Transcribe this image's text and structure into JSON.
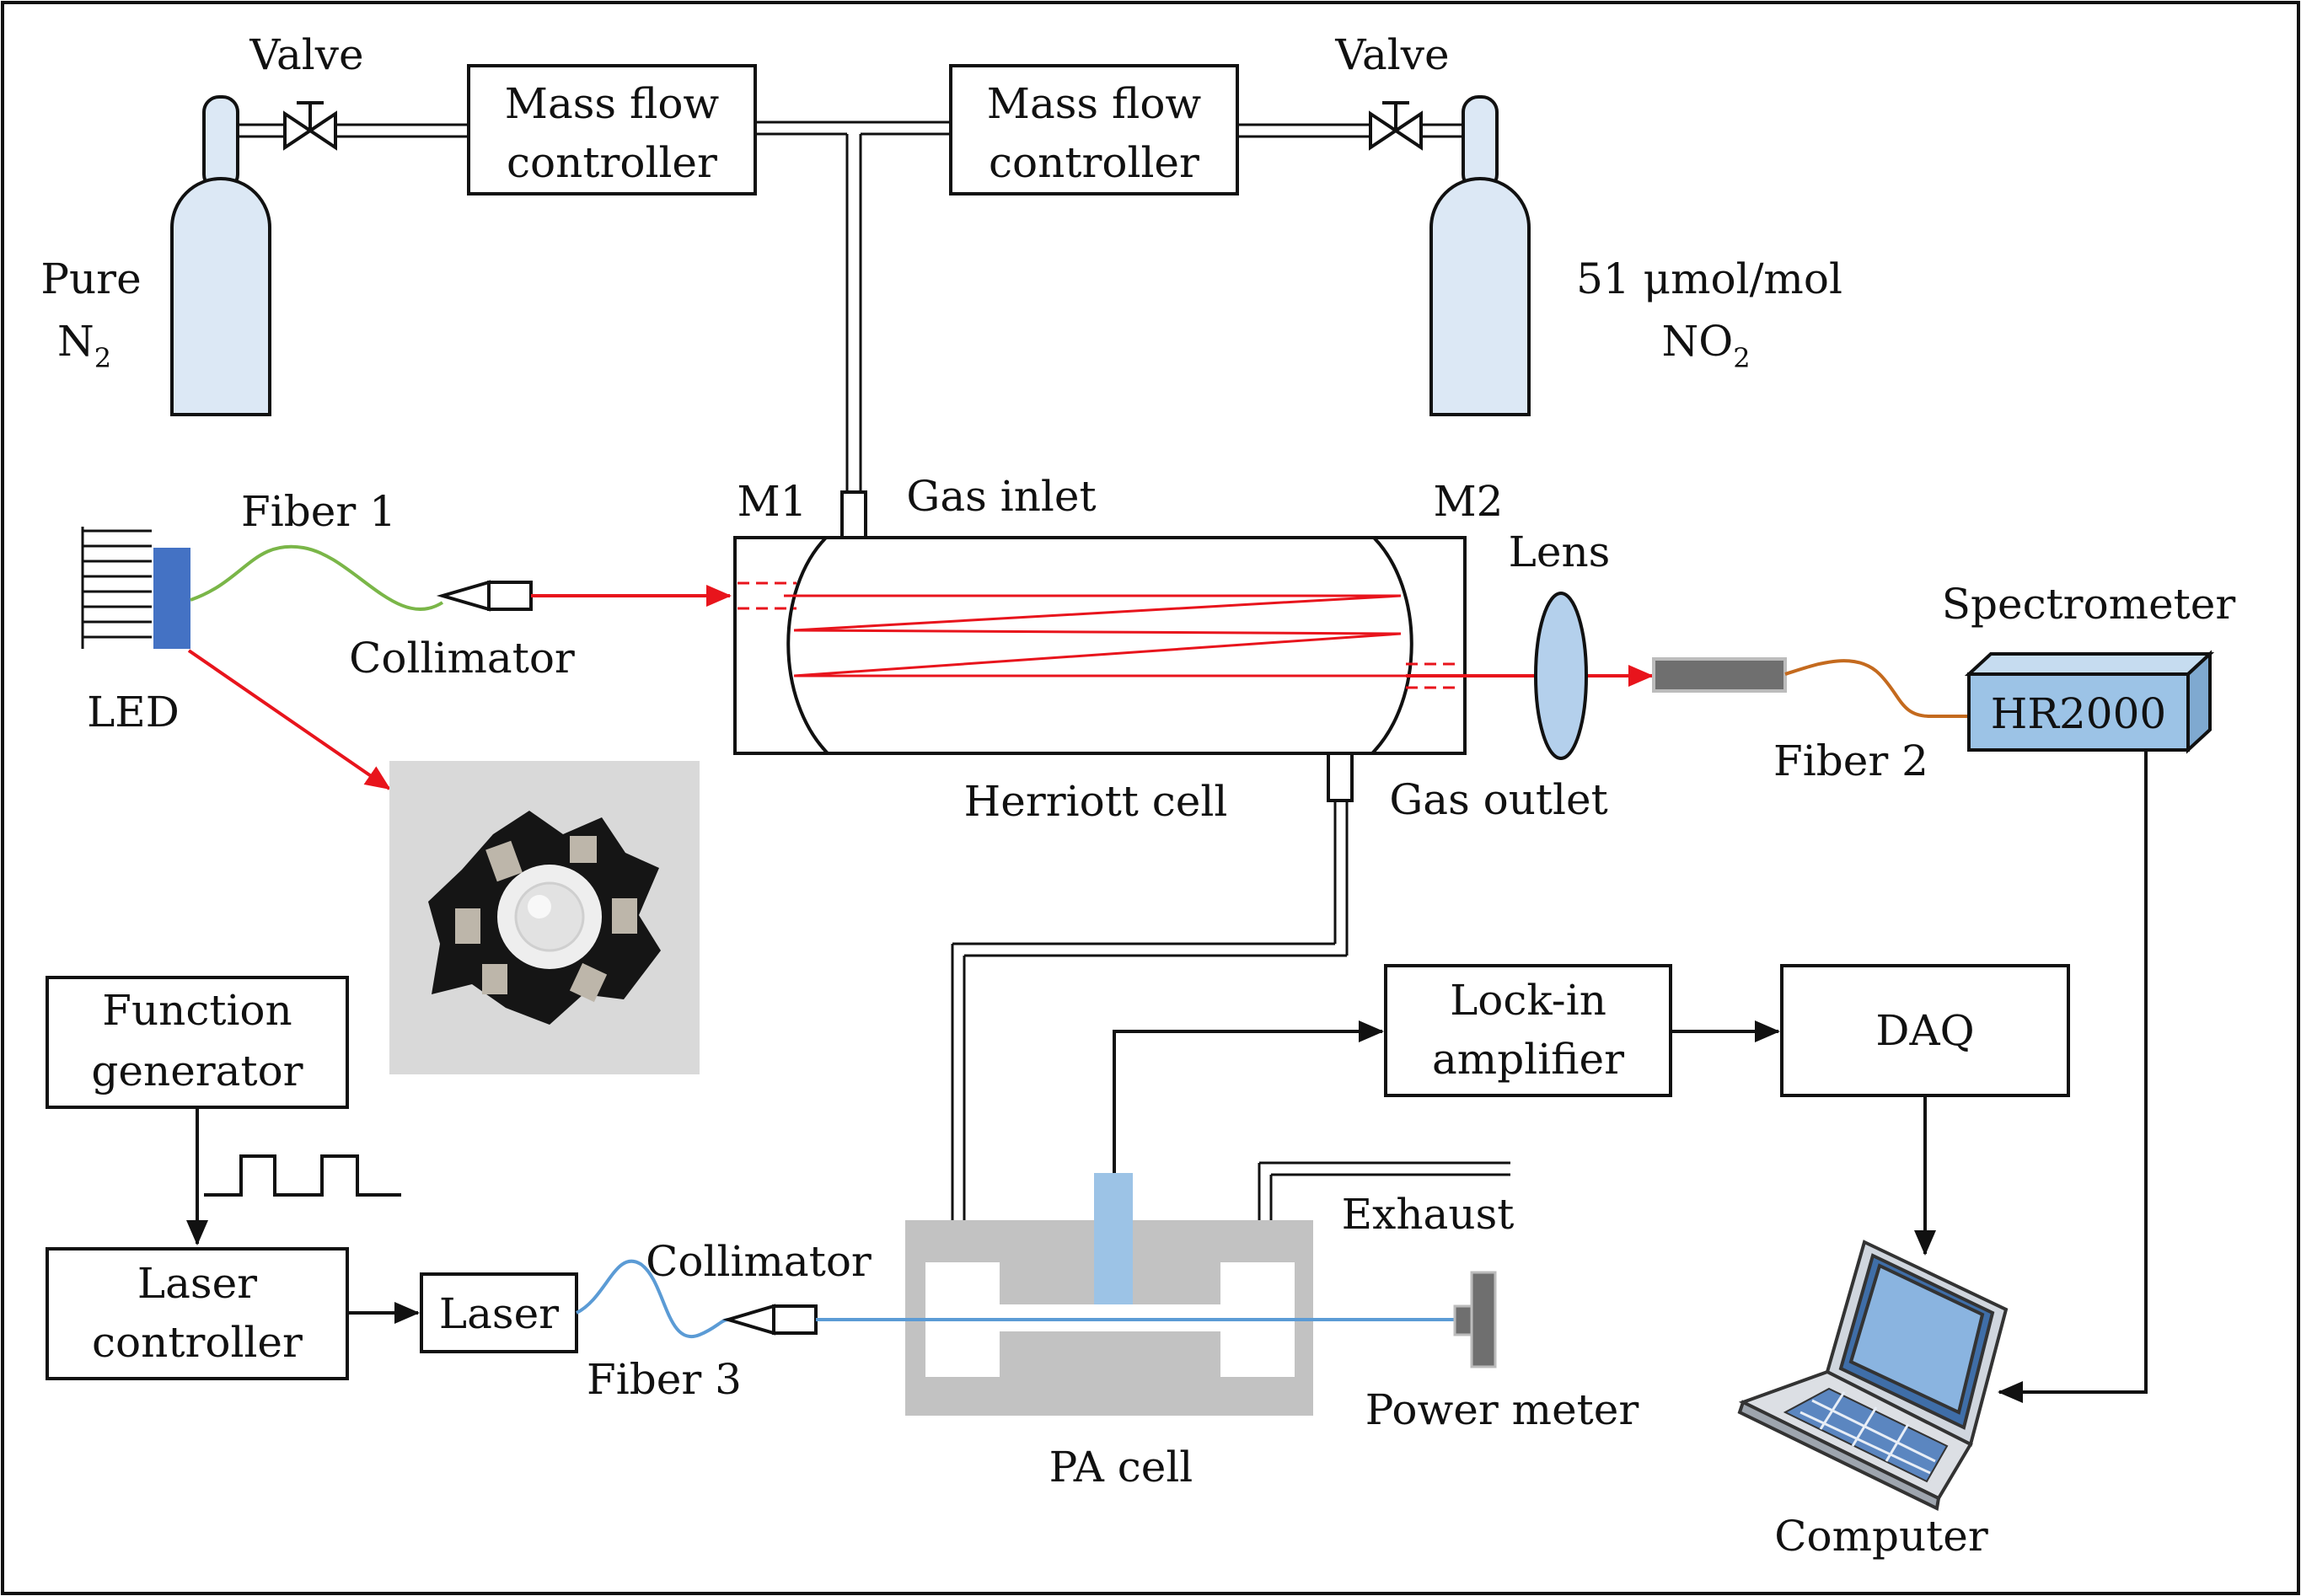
{
  "labels": {
    "valve_left": "Valve",
    "valve_right": "Valve",
    "mfc_left_line1": "Mass flow",
    "mfc_left_line2": "controller",
    "mfc_right_line1": "Mass flow",
    "mfc_right_line2": "controller",
    "pure_n2_line1": "Pure",
    "pure_n2_line2_main": "N",
    "pure_n2_line2_sub": "2",
    "no2_line1": "51 μmol/mol",
    "no2_line2_main": "NO",
    "no2_line2_sub": "2",
    "fiber1": "Fiber 1",
    "led": "LED",
    "collimator_top": "Collimator",
    "m1": "M1",
    "m2": "M2",
    "gas_inlet": "Gas inlet",
    "gas_outlet": "Gas outlet",
    "herriott_cell": "Herriott cell",
    "lens": "Lens",
    "spectrometer": "Spectrometer",
    "hr2000": "HR2000",
    "fiber2": "Fiber 2",
    "function_generator_line1": "Function",
    "function_generator_line2": "generator",
    "laser_controller_line1": "Laser",
    "laser_controller_line2": "controller",
    "laser": "Laser",
    "collimator_bottom": "Collimator",
    "fiber3": "Fiber 3",
    "lockin_line1": "Lock-in",
    "lockin_line2": "amplifier",
    "daq": "DAQ",
    "exhaust": "Exhaust",
    "power_meter": "Power meter",
    "pa_cell": "PA cell",
    "computer": "Computer"
  },
  "colors": {
    "stroke": "#111111",
    "cylinder_fill": "#dce8f5",
    "laser_beam_red": "#e8141c",
    "fiber_green": "#7ab648",
    "fiber_orange": "#c46a1e",
    "fiber_blue": "#5b9bd5",
    "led_blue": "#4472c4",
    "lens_fill": "#b4d0ec",
    "spectrometer_fill": "#9cc3e6",
    "pa_cell_gray": "#c2c2c2",
    "microphone_blue": "#9cc3e6",
    "photo_background": "#d9d9d9"
  },
  "icons": {
    "valve": "valve-icon",
    "gas_cylinder": "gas-cylinder-icon",
    "led_heatsink": "led-heatsink-icon",
    "collimator": "collimator-icon",
    "lens": "lens-icon",
    "spectrometer": "spectrometer-box-icon",
    "laptop": "laptop-icon",
    "square_wave": "square-wave-icon",
    "power_meter": "power-meter-icon",
    "led_photo": "led-photo-image"
  }
}
